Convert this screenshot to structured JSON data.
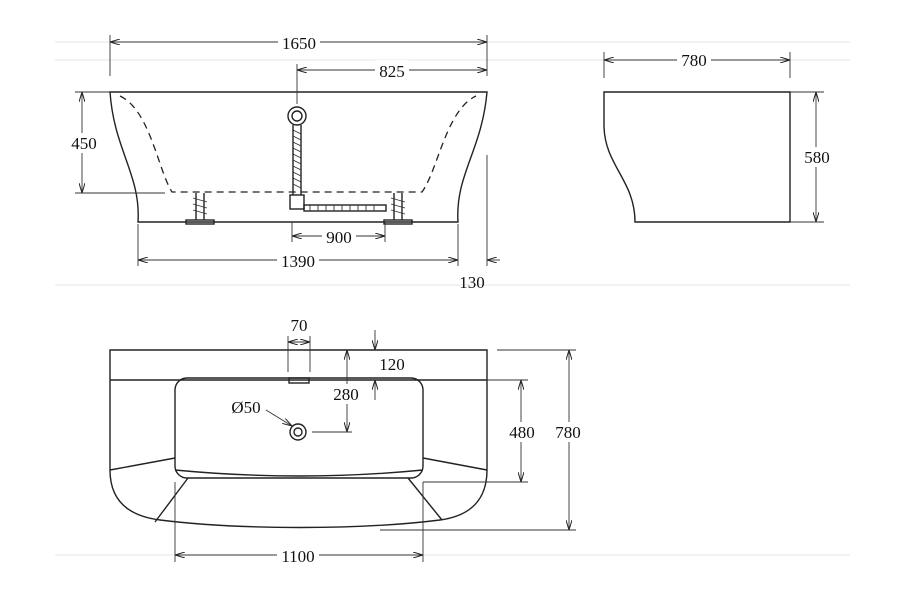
{
  "title": "Bathtub dimension drawing",
  "front_view": {
    "overall_length": "1650",
    "half_length": "825",
    "height": "450",
    "leg_spacing": "900",
    "base_length": "1390",
    "overhang": "130"
  },
  "side_view": {
    "width": "780",
    "height": "580"
  },
  "top_view": {
    "overflow_width": "70",
    "overflow_offset": "120",
    "drain_offset": "280",
    "drain_diameter": "Ø50",
    "basin_depth": "480",
    "overall_width": "780",
    "basin_length": "1100"
  }
}
